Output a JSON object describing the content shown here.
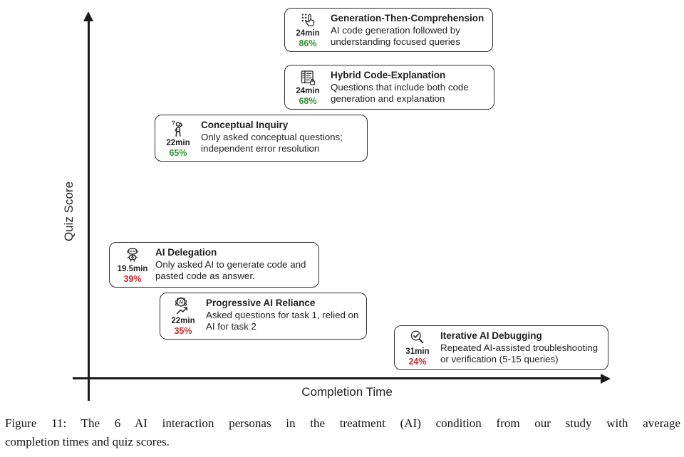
{
  "axes": {
    "y_label": "Quiz Score",
    "x_label": "Completion Time"
  },
  "personas": [
    {
      "title": "Generation-Then-Comprehension",
      "description": "AI code generation followed by understanding focused queries",
      "time": "24min",
      "score": "86%",
      "sentiment": "positive",
      "icon": "tap-selection-icon"
    },
    {
      "title": "Hybrid Code-Explanation",
      "description": "Questions that include both code generation and explanation",
      "time": "24min",
      "score": "68%",
      "sentiment": "positive",
      "icon": "document-lock-icon"
    },
    {
      "title": "Conceptual Inquiry",
      "description": "Only asked conceptual questions; independent error resolution",
      "time": "22min",
      "score": "65%",
      "sentiment": "positive",
      "icon": "confused-person-icon"
    },
    {
      "title": "AI Delegation",
      "description": "Only asked AI to generate code and pasted code as answer.",
      "time": "19.5min",
      "score": "39%",
      "sentiment": "negative",
      "icon": "robot-icon"
    },
    {
      "title": "Progressive AI Reliance",
      "description": "Asked questions for task 1, relied on AI for task 2",
      "time": "22min",
      "score": "35%",
      "sentiment": "negative",
      "icon": "ai-badge-trend-icon"
    },
    {
      "title": "Iterative AI Debugging",
      "description": "Repeated AI-assisted troubleshooting or verification (5-15 queries)",
      "time": "31min",
      "score": "24%",
      "sentiment": "negative",
      "icon": "magnifier-check-icon"
    }
  ],
  "caption": {
    "line1": "Figure 11: The 6 AI interaction personas in the treatment (AI) condition from our study with average",
    "line2": "completion times and quiz scores."
  },
  "colors": {
    "positive_score": "#2e9232",
    "negative_score": "#c22a29",
    "axis": "#1a1a1a",
    "box_border": "#2f2f2f"
  }
}
